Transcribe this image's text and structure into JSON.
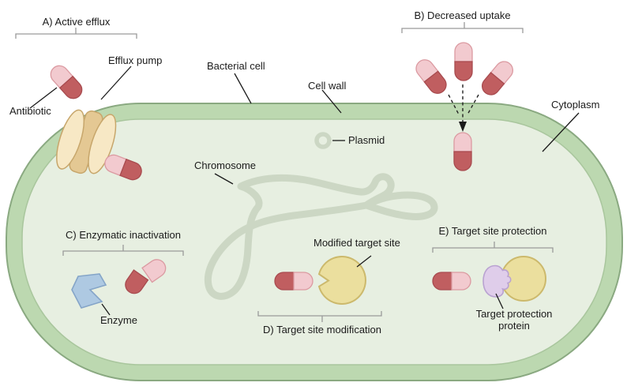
{
  "sections": [
    {
      "id": "A",
      "label": "A) Active efflux"
    },
    {
      "id": "B",
      "label": "B) Decreased uptake"
    },
    {
      "id": "C",
      "label": "C) Enzymatic inactivation"
    },
    {
      "id": "D",
      "label": "D) Target site modification"
    },
    {
      "id": "E",
      "label": "E) Target site protection"
    }
  ],
  "part_labels": {
    "antibiotic": "Antibiotic",
    "efflux_pump": "Efflux pump",
    "bacterial_cell": "Bacterial cell",
    "cell_wall": "Cell wall",
    "plasmid": "Plasmid",
    "cytoplasm": "Cytoplasm",
    "chromosome": "Chromosome",
    "modified_target_site": "Modified target site",
    "enzyme": "Enzyme",
    "target_protection_line1": "Target protection",
    "target_protection_line2": "protein"
  },
  "colors": {
    "cell_wall_fill": "#bcd8b0",
    "cell_wall_stroke": "#8aa981",
    "cytoplasm_fill": "#e7efe1",
    "cytoplasm_stroke": "#a9c69d",
    "antibiotic_pink": "#f2cacf",
    "antibiotic_red": "#c05e60",
    "efflux_pump_fill": "#f7e8c5",
    "efflux_pump_channel": "#e4c893",
    "enzyme_fill": "#aec9e2",
    "target_site_fill": "#ebdf9e",
    "protection_protein_fill": "#dfcdea",
    "dna_fill": "#ccd7c4"
  }
}
